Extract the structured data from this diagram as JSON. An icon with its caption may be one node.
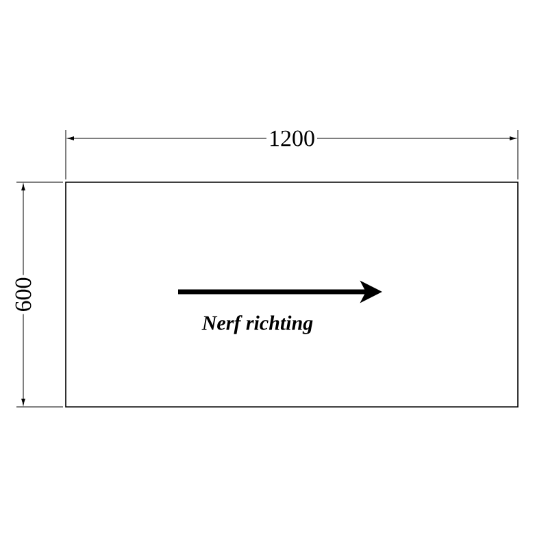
{
  "diagram": {
    "nodes": [
      {
        "text": [
          "Nerf richting"
        ]
      }
    ],
    "labels": [
      "1200",
      "600"
    ]
  }
}
